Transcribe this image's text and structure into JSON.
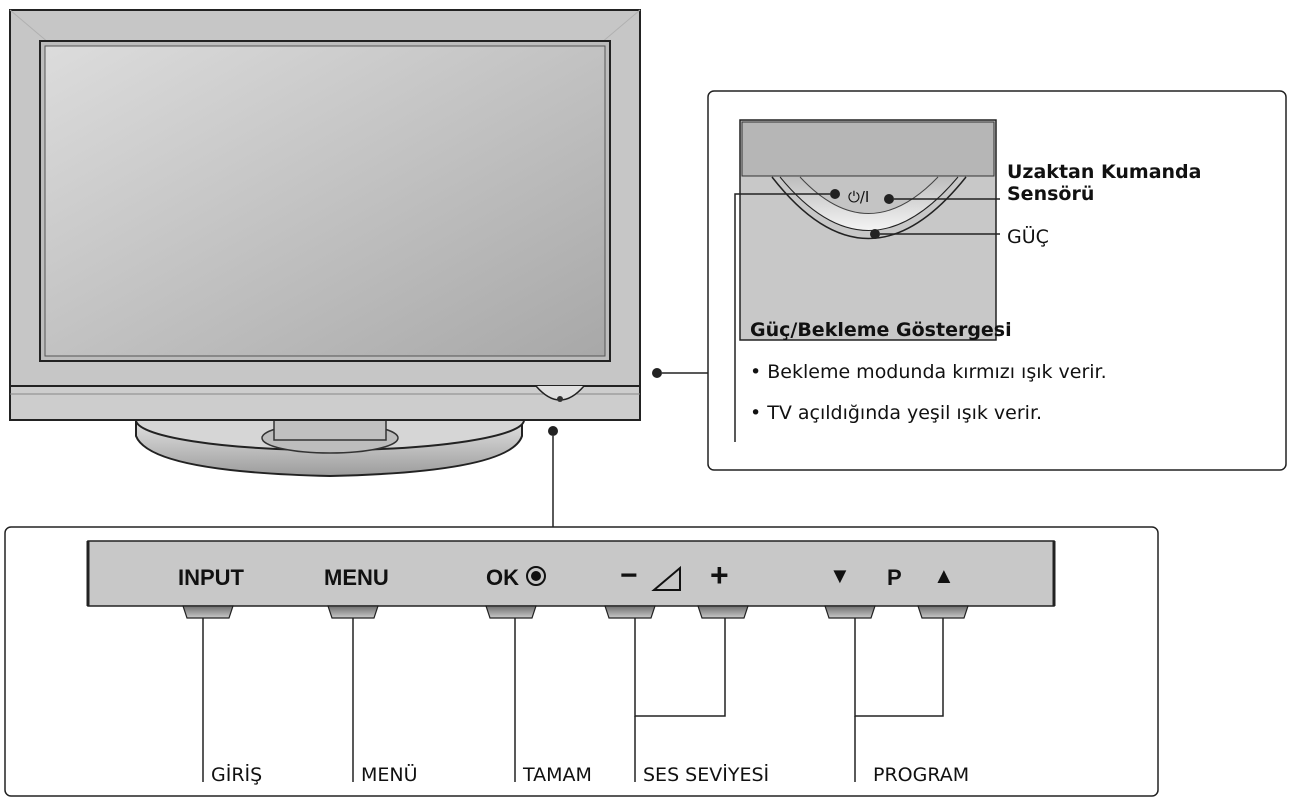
{
  "panel_buttons": {
    "input": "INPUT",
    "menu": "MENU",
    "ok": "OK",
    "volume_minus": "−",
    "volume_plus": "+",
    "program_down": "▼",
    "program": "P",
    "program_up": "▲"
  },
  "callouts": {
    "remote_sensor": [
      "Uzaktan Kumanda",
      "Sensörü"
    ],
    "power": "GÜÇ",
    "indicator_title": "Güç/Bekleme Göstergesi",
    "indicator_bullets": [
      "• Bekleme modunda kırmızı ışık verir.",
      "• TV açıldığında yeşil ışık verir."
    ],
    "detail_power_symbol": "⏻/I"
  },
  "bottom_labels": {
    "input": "GİRİŞ",
    "menu": "MENÜ",
    "ok": "TAMAM",
    "volume": "SES SEVİYESİ",
    "program": "PROGRAM"
  },
  "colors": {
    "outline": "#222222",
    "panel_gray": "#c8c8c8",
    "screen_gray": "#c4c4c4",
    "key_gray": "#9a9a9a"
  }
}
